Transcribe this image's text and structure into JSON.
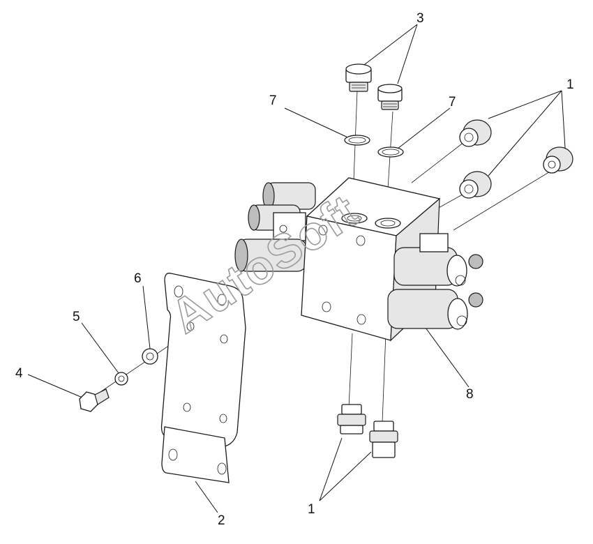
{
  "callouts": {
    "c1_top": "1",
    "c1_bottom": "1",
    "c2": "2",
    "c3": "3",
    "c4": "4",
    "c5": "5",
    "c6": "6",
    "c7_left": "7",
    "c7_right": "7",
    "c8": "8"
  },
  "watermark": "AutoSoft",
  "colors": {
    "line": "#111111",
    "paper": "#ffffff",
    "watermark": "#9a9a9a"
  }
}
